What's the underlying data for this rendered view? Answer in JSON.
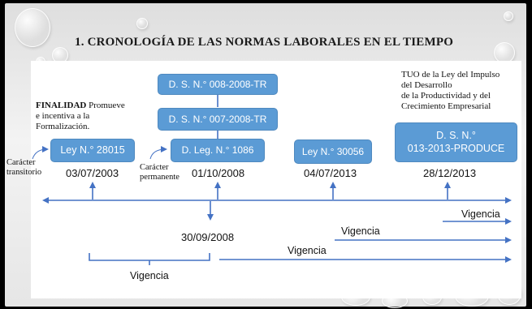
{
  "title": "1. CRONOLOGÍA DE LAS NORMAS LABORALES EN EL TIEMPO",
  "finalidad": {
    "label": "FINALIDAD",
    "text_line1": " Promueve",
    "text_line2": "e incentiva a la",
    "text_line3": "Formalización."
  },
  "caracter_transitorio": {
    "line1": "Carácter",
    "line2": "transitorio"
  },
  "caracter_permanente": {
    "line1": "Carácter",
    "line2": "permanente"
  },
  "tuo_note": {
    "line1": "TUO de la Ley del Impulso",
    "line2": "del Desarrollo",
    "line3": "de la Productividad y del",
    "line4": "Crecimiento Empresarial"
  },
  "norms": {
    "ley_28015": "Ley N.° 28015",
    "ds_008": "D. S. N.° 008-2008-TR",
    "ds_007": "D. S. N.° 007-2008-TR",
    "dleg_1086": "D. Leg. N.° 1086",
    "ley_30056": "Ley N.° 30056",
    "ds_013_line1": "D. S. N.°",
    "ds_013_line2": "013-2013-PRODUCE"
  },
  "dates": {
    "d2003": "03/07/2003",
    "d2008": "01/10/2008",
    "d2013a": "04/07/2013",
    "d2013b": "28/12/2013",
    "d2008_below": "30/09/2008"
  },
  "vigencia": {
    "v1": "Vigencia",
    "v2": "Vigencia",
    "v3": "Vigencia",
    "v4": "Vigencia"
  },
  "colors": {
    "box_fill": "#5b9bd5",
    "line": "#4472c4"
  }
}
